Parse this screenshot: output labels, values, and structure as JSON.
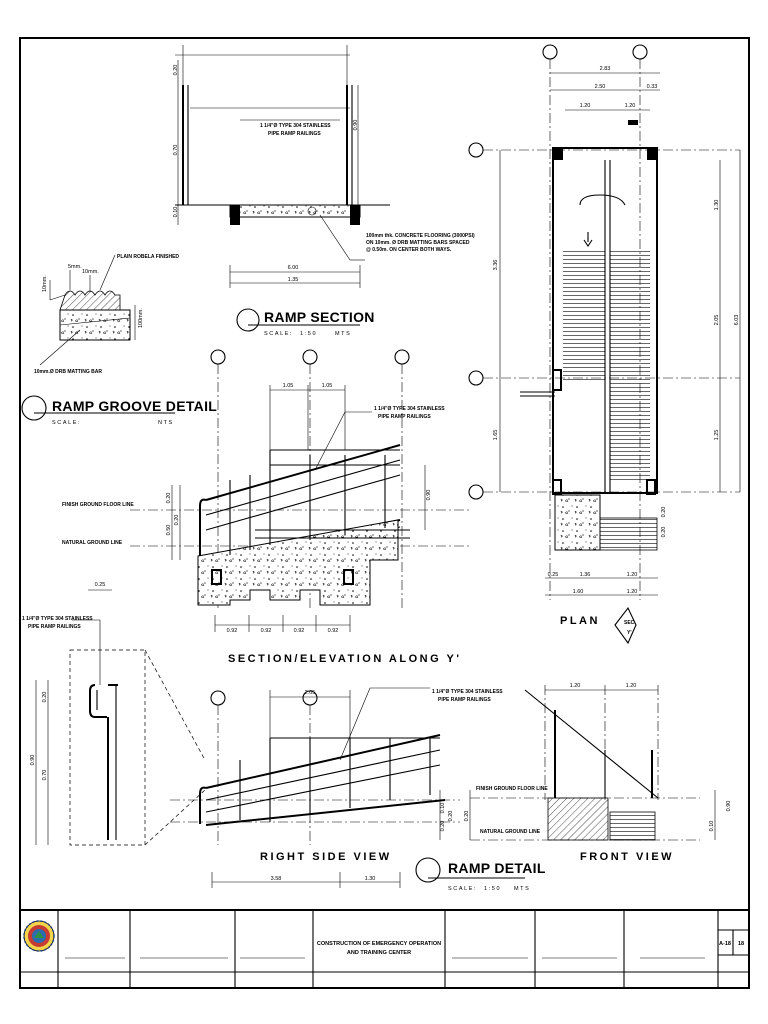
{
  "ramp_section": {
    "title": "RAMP SECTION",
    "scale_label": "SCALE:",
    "scale_value": "1:50",
    "scale_unit": "MTS",
    "note_railing": [
      "1 1/4\"Ø TYPE 304 STAINLESS",
      "PIPE RAMP RAILINGS"
    ],
    "note_flooring": [
      "100mm thk. CONCRETE FLOORING (3000PSI)",
      "ON 10mm. Ø DRB MATTING BARS SPACED",
      "@ 0.50m. ON CENTER BOTH WAYS."
    ],
    "dims": {
      "top": "0.20",
      "mid": "0.70",
      "right": "0.90",
      "slab": "0.10",
      "inner": "6.00",
      "overall": "1.35"
    }
  },
  "ramp_groove": {
    "title": "RAMP GROOVE DETAIL",
    "scale_label": "SCALE:",
    "scale_unit": "NTS",
    "note_plain": "PLAIN ROBELA FINISHED",
    "note_bar": "10mm.Ø DRB MATTING BAR",
    "dims": [
      "5mm.",
      "10mm.",
      "10mm.",
      "100mm."
    ]
  },
  "section_elevation": {
    "title": "SECTION/ELEVATION ALONG Y'",
    "note_railing": [
      "1 1/4\"Ø TYPE 304 STAINLESS",
      "PIPE RAMP RAILINGS"
    ],
    "label_fin": "FINISH GROUND FLOOR LINE",
    "label_nat": "NATURAL GROUND LINE",
    "dims_top": [
      "1.05",
      "1.05"
    ],
    "dims_bottom": [
      "0.92",
      "0.92",
      "0.92",
      "0.92"
    ],
    "dims_side": [
      "0.20",
      "0.50",
      "0.20",
      "0.90"
    ]
  },
  "railing_detail": {
    "dim_top": "0.25",
    "note": [
      "1 1/4\"Ø TYPE 304 STAINLESS",
      "PIPE RAMP RAILINGS"
    ],
    "dims_side": [
      "0.20",
      "0.90",
      "0.70"
    ]
  },
  "right_side_view": {
    "title": "RIGHT SIDE VIEW",
    "note_railing": [
      "1 1/4\"Ø TYPE 304 STAINLESS",
      "PIPE RAMP RAILINGS"
    ],
    "dims": {
      "top": "2.05",
      "left": "3.58",
      "right": "1.30",
      "side_a": "0.10",
      "side_b": "0.20",
      "side_c": "0.20"
    }
  },
  "ramp_detail": {
    "title": "RAMP DETAIL",
    "scale_label": "SCALE:",
    "scale_value": "1:50",
    "scale_unit": "MTS"
  },
  "front_view": {
    "title": "FRONT VIEW",
    "label_fin": "FINISH GROUND FLOOR LINE",
    "label_nat": "NATURAL GROUND LINE",
    "dims_top": [
      "1.20",
      "1.20"
    ],
    "dims_side": [
      "0.20",
      "0.10",
      "0.90"
    ]
  },
  "plan": {
    "title": "PLAN",
    "section_tag": [
      "SEC.",
      "Y'"
    ],
    "dims_top": [
      "2.83",
      "2.50",
      "0.33",
      "1.20",
      "1.20"
    ],
    "dims_right": [
      "1.30",
      "2.05",
      "6.03",
      "1.25"
    ],
    "dims_left": [
      "3.36",
      "1.65"
    ],
    "dims_bottom_a": [
      "0.25",
      "1.36",
      "1.20"
    ],
    "dims_bottom_b": [
      "1.60",
      "1.20"
    ],
    "dims_small": [
      "0.20",
      "0.20"
    ]
  },
  "title_block": {
    "project": [
      "CONSTRUCTION OF EMERGENCY OPERATION",
      "AND TRAINING CENTER"
    ],
    "sheet_no": "A-18",
    "sheet_total": "18"
  }
}
